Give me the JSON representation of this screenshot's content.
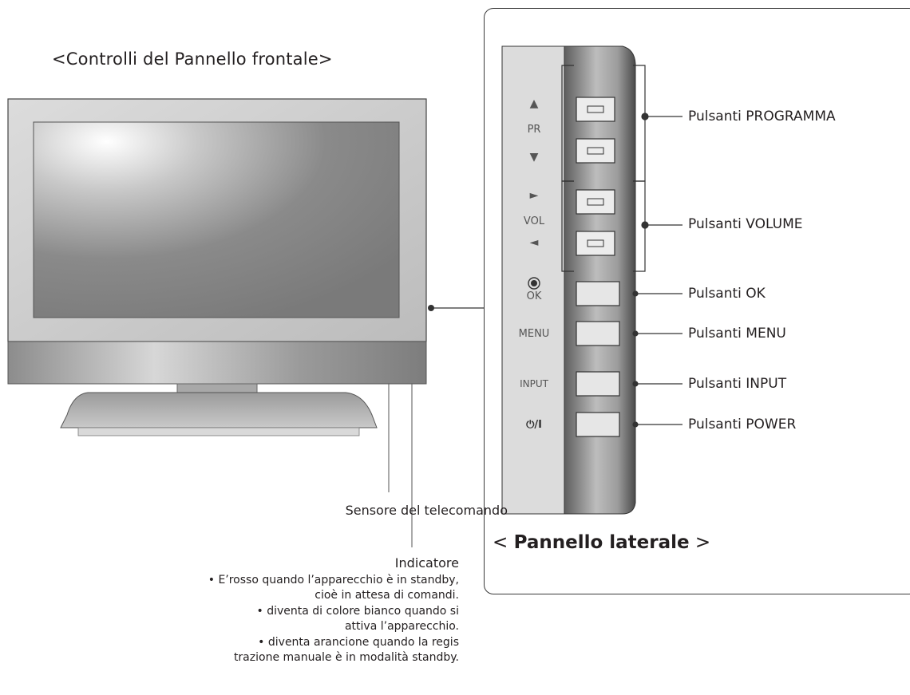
{
  "front_panel": {
    "title": "<Controlli del Pannello frontale>"
  },
  "side_panel": {
    "title_prefix": "< ",
    "title_main": "Pannello laterale",
    "title_suffix": " >"
  },
  "panel_labels": {
    "pr_up": "▲",
    "pr": "PR",
    "pr_down": "▼",
    "vol_right": "►",
    "vol": "VOL",
    "vol_left": "◄",
    "ok": "OK",
    "menu": "MENU",
    "input": "INPUT",
    "power": "⏻/I"
  },
  "callouts": {
    "programma": "Pulsanti PROGRAMMA",
    "volume": "Pulsanti VOLUME",
    "ok": "Pulsanti OK",
    "menu": "Pulsanti MENU",
    "input": "Pulsanti INPUT",
    "power": "Pulsanti POWER"
  },
  "sensor": {
    "label": "Sensore del telecomando"
  },
  "indicator": {
    "title": "Indicatore",
    "lines": [
      "• E’rosso quando l’apparecchio è in standby,",
      "cioè in attesa di comandi.",
      "• diventa di colore bianco quando si",
      "attiva l’apparecchio.",
      "• diventa arancione quando la regis",
      "trazione manuale è in modalità standby."
    ]
  }
}
